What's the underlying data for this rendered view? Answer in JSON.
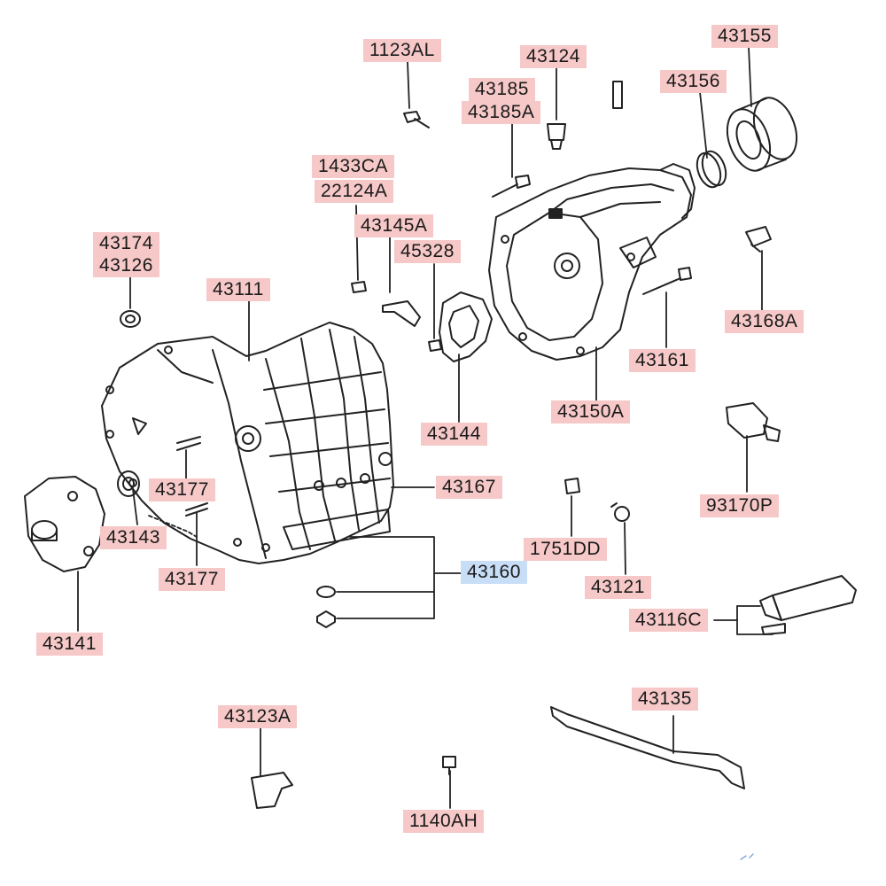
{
  "diagram": {
    "label_color": "#f6c8c8",
    "highlight_color": "#c8ddf6",
    "line_color": "#222222",
    "labels": [
      {
        "id": "l_1123AL",
        "text": "1123AL"
      },
      {
        "id": "l_43124",
        "text": "43124"
      },
      {
        "id": "l_43155",
        "text": "43155"
      },
      {
        "id": "l_43185",
        "text": "43185"
      },
      {
        "id": "l_43185A",
        "text": "43185A"
      },
      {
        "id": "l_43156",
        "text": "43156"
      },
      {
        "id": "l_1433CA",
        "text": "1433CA"
      },
      {
        "id": "l_22124A",
        "text": "22124A"
      },
      {
        "id": "l_43145A",
        "text": "43145A"
      },
      {
        "id": "l_45328",
        "text": "45328"
      },
      {
        "id": "l_43174",
        "text": "43174"
      },
      {
        "id": "l_43126",
        "text": "43126"
      },
      {
        "id": "l_43111",
        "text": "43111"
      },
      {
        "id": "l_43168A",
        "text": "43168A"
      },
      {
        "id": "l_43161",
        "text": "43161"
      },
      {
        "id": "l_43150A",
        "text": "43150A"
      },
      {
        "id": "l_43144",
        "text": "43144"
      },
      {
        "id": "l_43167",
        "text": "43167"
      },
      {
        "id": "l_43177_a",
        "text": "43177"
      },
      {
        "id": "l_93170P",
        "text": "93170P"
      },
      {
        "id": "l_43143",
        "text": "43143"
      },
      {
        "id": "l_1751DD",
        "text": "1751DD"
      },
      {
        "id": "l_43160",
        "text": "43160",
        "highlighted": true
      },
      {
        "id": "l_43177_b",
        "text": "43177"
      },
      {
        "id": "l_43121",
        "text": "43121"
      },
      {
        "id": "l_43116C",
        "text": "43116C"
      },
      {
        "id": "l_43141",
        "text": "43141"
      },
      {
        "id": "l_43135",
        "text": "43135"
      },
      {
        "id": "l_43123A",
        "text": "43123A"
      },
      {
        "id": "l_1140AH",
        "text": "1140AH"
      }
    ]
  }
}
